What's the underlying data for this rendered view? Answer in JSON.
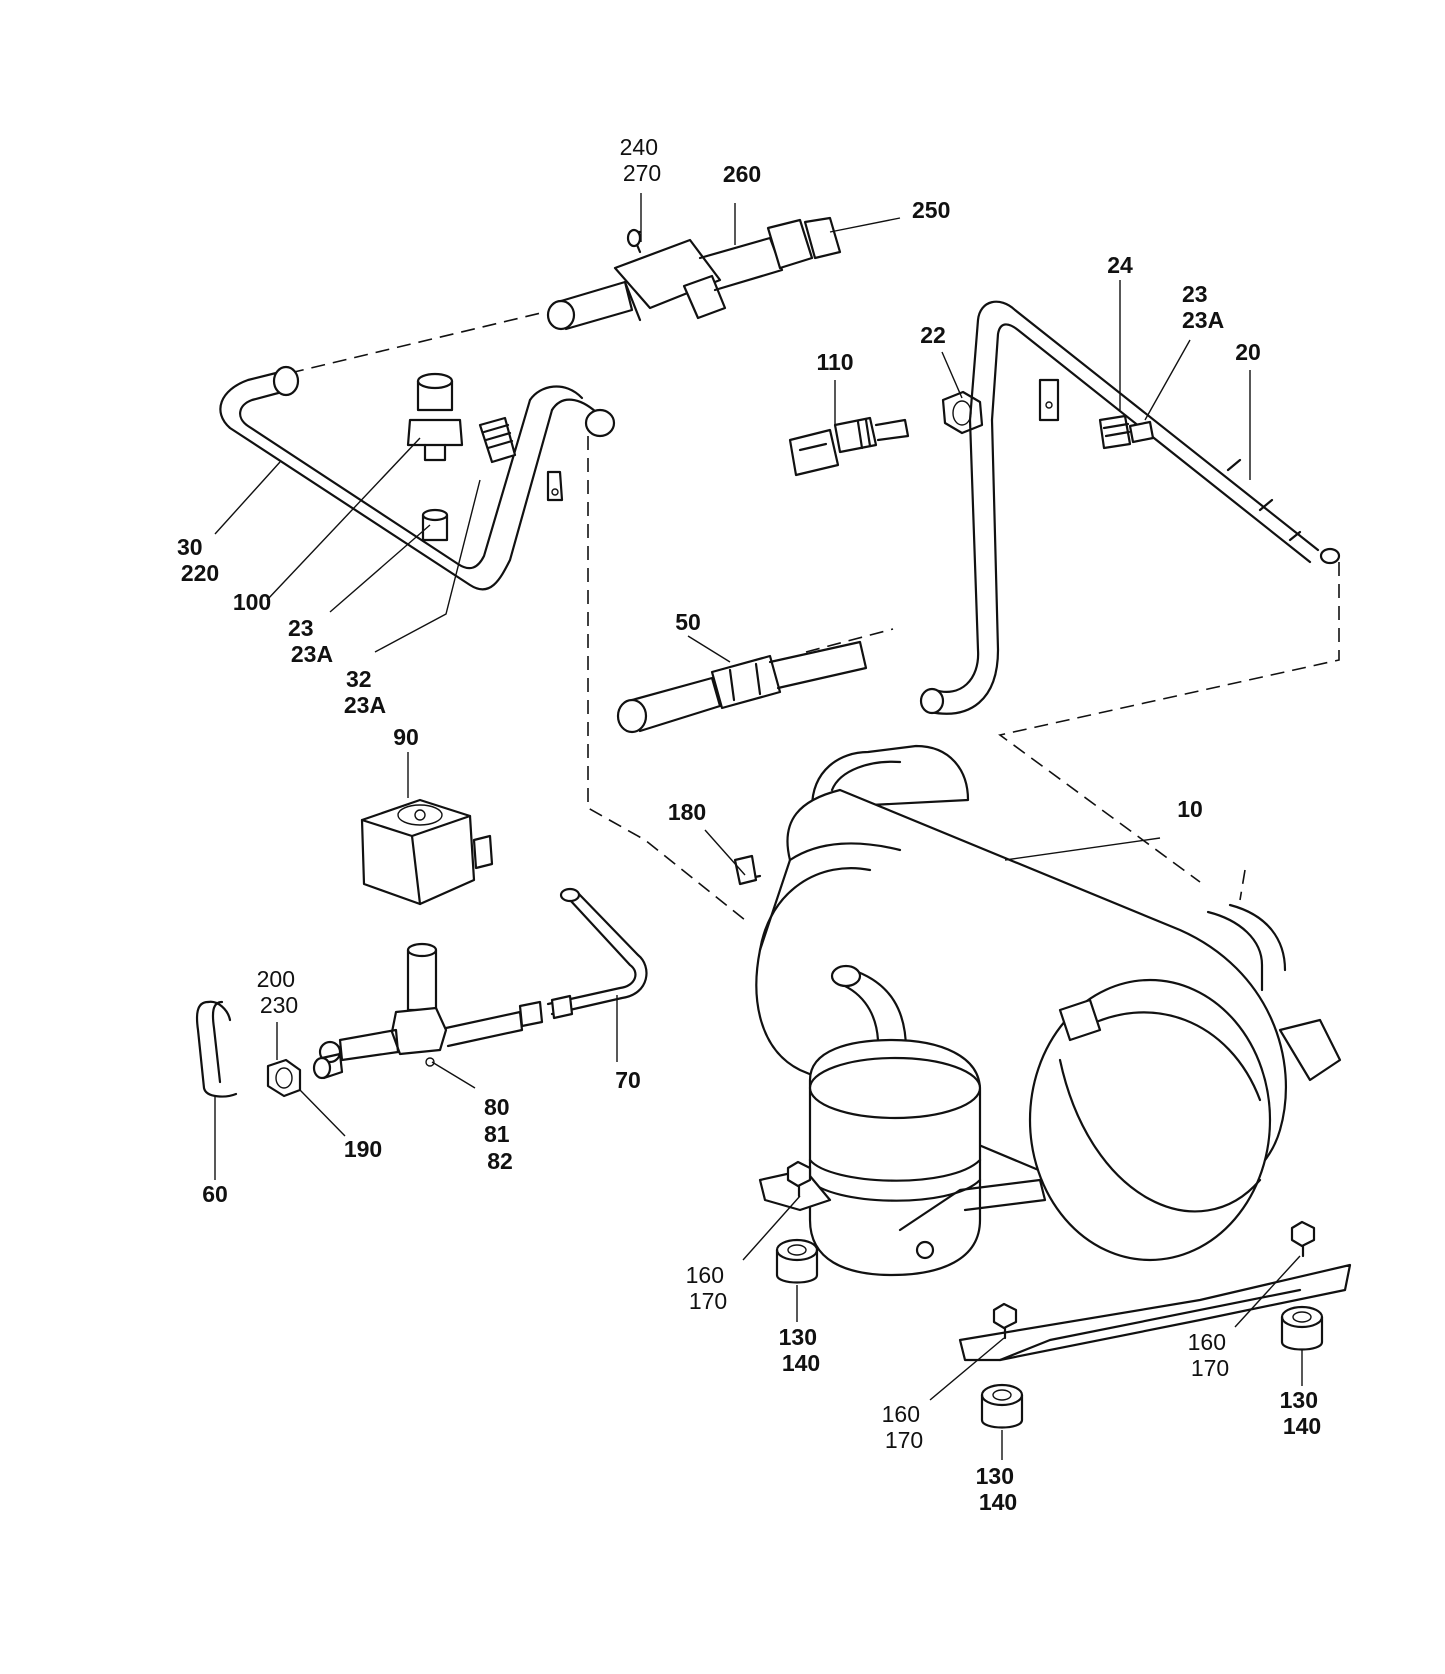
{
  "callouts": [
    {
      "id": "c-240-270",
      "lines": [
        "240",
        "270"
      ],
      "bold": false
    },
    {
      "id": "c-260",
      "lines": [
        "260"
      ],
      "bold": true
    },
    {
      "id": "c-250",
      "lines": [
        "250"
      ],
      "bold": true
    },
    {
      "id": "c-24",
      "lines": [
        "24"
      ],
      "bold": true
    },
    {
      "id": "c-23-23a-right",
      "lines": [
        "23",
        "23A"
      ],
      "bold": true
    },
    {
      "id": "c-20",
      "lines": [
        "20"
      ],
      "bold": true
    },
    {
      "id": "c-110",
      "lines": [
        "110"
      ],
      "bold": true
    },
    {
      "id": "c-22",
      "lines": [
        "22"
      ],
      "bold": true
    },
    {
      "id": "c-30-220",
      "lines": [
        "30",
        "220"
      ],
      "bold": true
    },
    {
      "id": "c-100",
      "lines": [
        "100"
      ],
      "bold": true
    },
    {
      "id": "c-23-23a-left",
      "lines": [
        "23",
        "23A"
      ],
      "bold": true
    },
    {
      "id": "c-32-23a",
      "lines": [
        "32",
        "23A"
      ],
      "bold": true
    },
    {
      "id": "c-50",
      "lines": [
        "50"
      ],
      "bold": true
    },
    {
      "id": "c-90",
      "lines": [
        "90"
      ],
      "bold": true
    },
    {
      "id": "c-180",
      "lines": [
        "180"
      ],
      "bold": true
    },
    {
      "id": "c-10",
      "lines": [
        "10"
      ],
      "bold": true
    },
    {
      "id": "c-200-230",
      "lines": [
        "200",
        "230"
      ],
      "bold": false
    },
    {
      "id": "c-70",
      "lines": [
        "70"
      ],
      "bold": true
    },
    {
      "id": "c-80-81-82",
      "lines": [
        "80",
        "81",
        "82"
      ],
      "bold": true
    },
    {
      "id": "c-190",
      "lines": [
        "190"
      ],
      "bold": true
    },
    {
      "id": "c-60",
      "lines": [
        "60"
      ],
      "bold": true
    },
    {
      "id": "c-160-170-a",
      "lines": [
        "160",
        "170"
      ],
      "bold": false
    },
    {
      "id": "c-130-140-a",
      "lines": [
        "130",
        "140"
      ],
      "bold": true
    },
    {
      "id": "c-160-170-b",
      "lines": [
        "160",
        "170"
      ],
      "bold": false
    },
    {
      "id": "c-130-140-b",
      "lines": [
        "130",
        "140"
      ],
      "bold": true
    },
    {
      "id": "c-160-170-c",
      "lines": [
        "160",
        "170"
      ],
      "bold": false
    },
    {
      "id": "c-130-140-c",
      "lines": [
        "130",
        "140"
      ],
      "bold": true
    }
  ]
}
